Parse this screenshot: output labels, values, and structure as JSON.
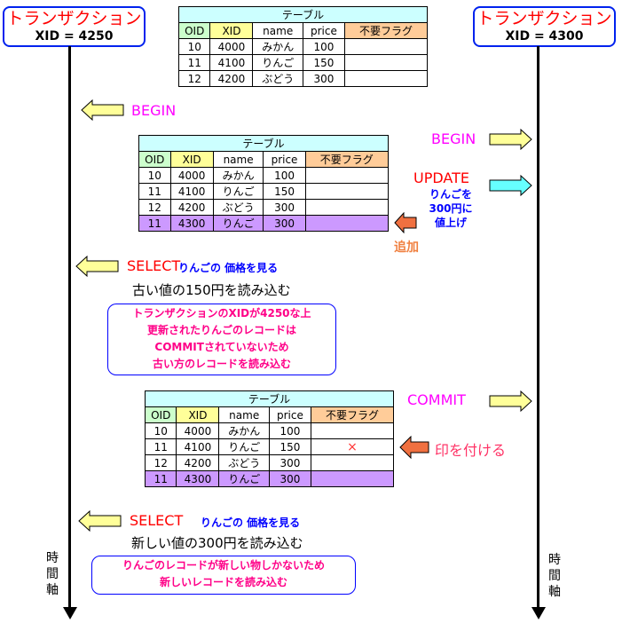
{
  "left_tx": {
    "title": "トランザクション",
    "xid": "XID = 4250",
    "axis": [
      "時",
      "間",
      "軸"
    ]
  },
  "right_tx": {
    "title": "トランザクション",
    "xid": "XID = 4300",
    "axis": [
      "時",
      "間",
      "軸"
    ]
  },
  "tables": [
    {
      "title": "テーブル",
      "headers": [
        "OID",
        "XID",
        "name",
        "price",
        "不要フラグ"
      ],
      "rows": [
        [
          "10",
          "4000",
          "みかん",
          "100",
          ""
        ],
        [
          "11",
          "4100",
          "りんご",
          "150",
          ""
        ],
        [
          "12",
          "4200",
          "ぶどう",
          "300",
          ""
        ]
      ]
    },
    {
      "title": "テーブル",
      "headers": [
        "OID",
        "XID",
        "name",
        "price",
        "不要フラグ"
      ],
      "rows": [
        [
          "10",
          "4000",
          "みかん",
          "100",
          ""
        ],
        [
          "11",
          "4100",
          "りんご",
          "150",
          ""
        ],
        [
          "12",
          "4200",
          "ぶどう",
          "300",
          ""
        ],
        [
          "11",
          "4300",
          "りんご",
          "300",
          ""
        ]
      ]
    },
    {
      "title": "テーブル",
      "headers": [
        "OID",
        "XID",
        "name",
        "price",
        "不要フラグ"
      ],
      "rows": [
        [
          "10",
          "4000",
          "みかん",
          "100",
          ""
        ],
        [
          "11",
          "4100",
          "りんご",
          "150",
          "×"
        ],
        [
          "12",
          "4200",
          "ぶどう",
          "300",
          ""
        ],
        [
          "11",
          "4300",
          "りんご",
          "300",
          ""
        ]
      ]
    }
  ],
  "steps": {
    "begin_left": "BEGIN",
    "begin_right": "BEGIN",
    "update": "UPDATE",
    "update_note": [
      "りんごを",
      "300円に",
      "値上げ"
    ],
    "add": "追加",
    "select1": {
      "cmd": "SELECT",
      "desc": "りんごの 価格を見る",
      "result": "古い値の150円を読み込む",
      "note": [
        "トランザクションのXIDが4250な上",
        "更新されたりんごのレコードは",
        "COMMITされていないため",
        "古い方のレコードを読み込む"
      ]
    },
    "commit": "COMMIT",
    "mark": "印を付ける",
    "select2": {
      "cmd": "SELECT",
      "desc": "りんごの 価格を見る",
      "result": "新しい値の300円を読み込む",
      "note": [
        "りんごのレコードが新しい物しかないため",
        "新しいレコードを読み込む"
      ]
    }
  }
}
